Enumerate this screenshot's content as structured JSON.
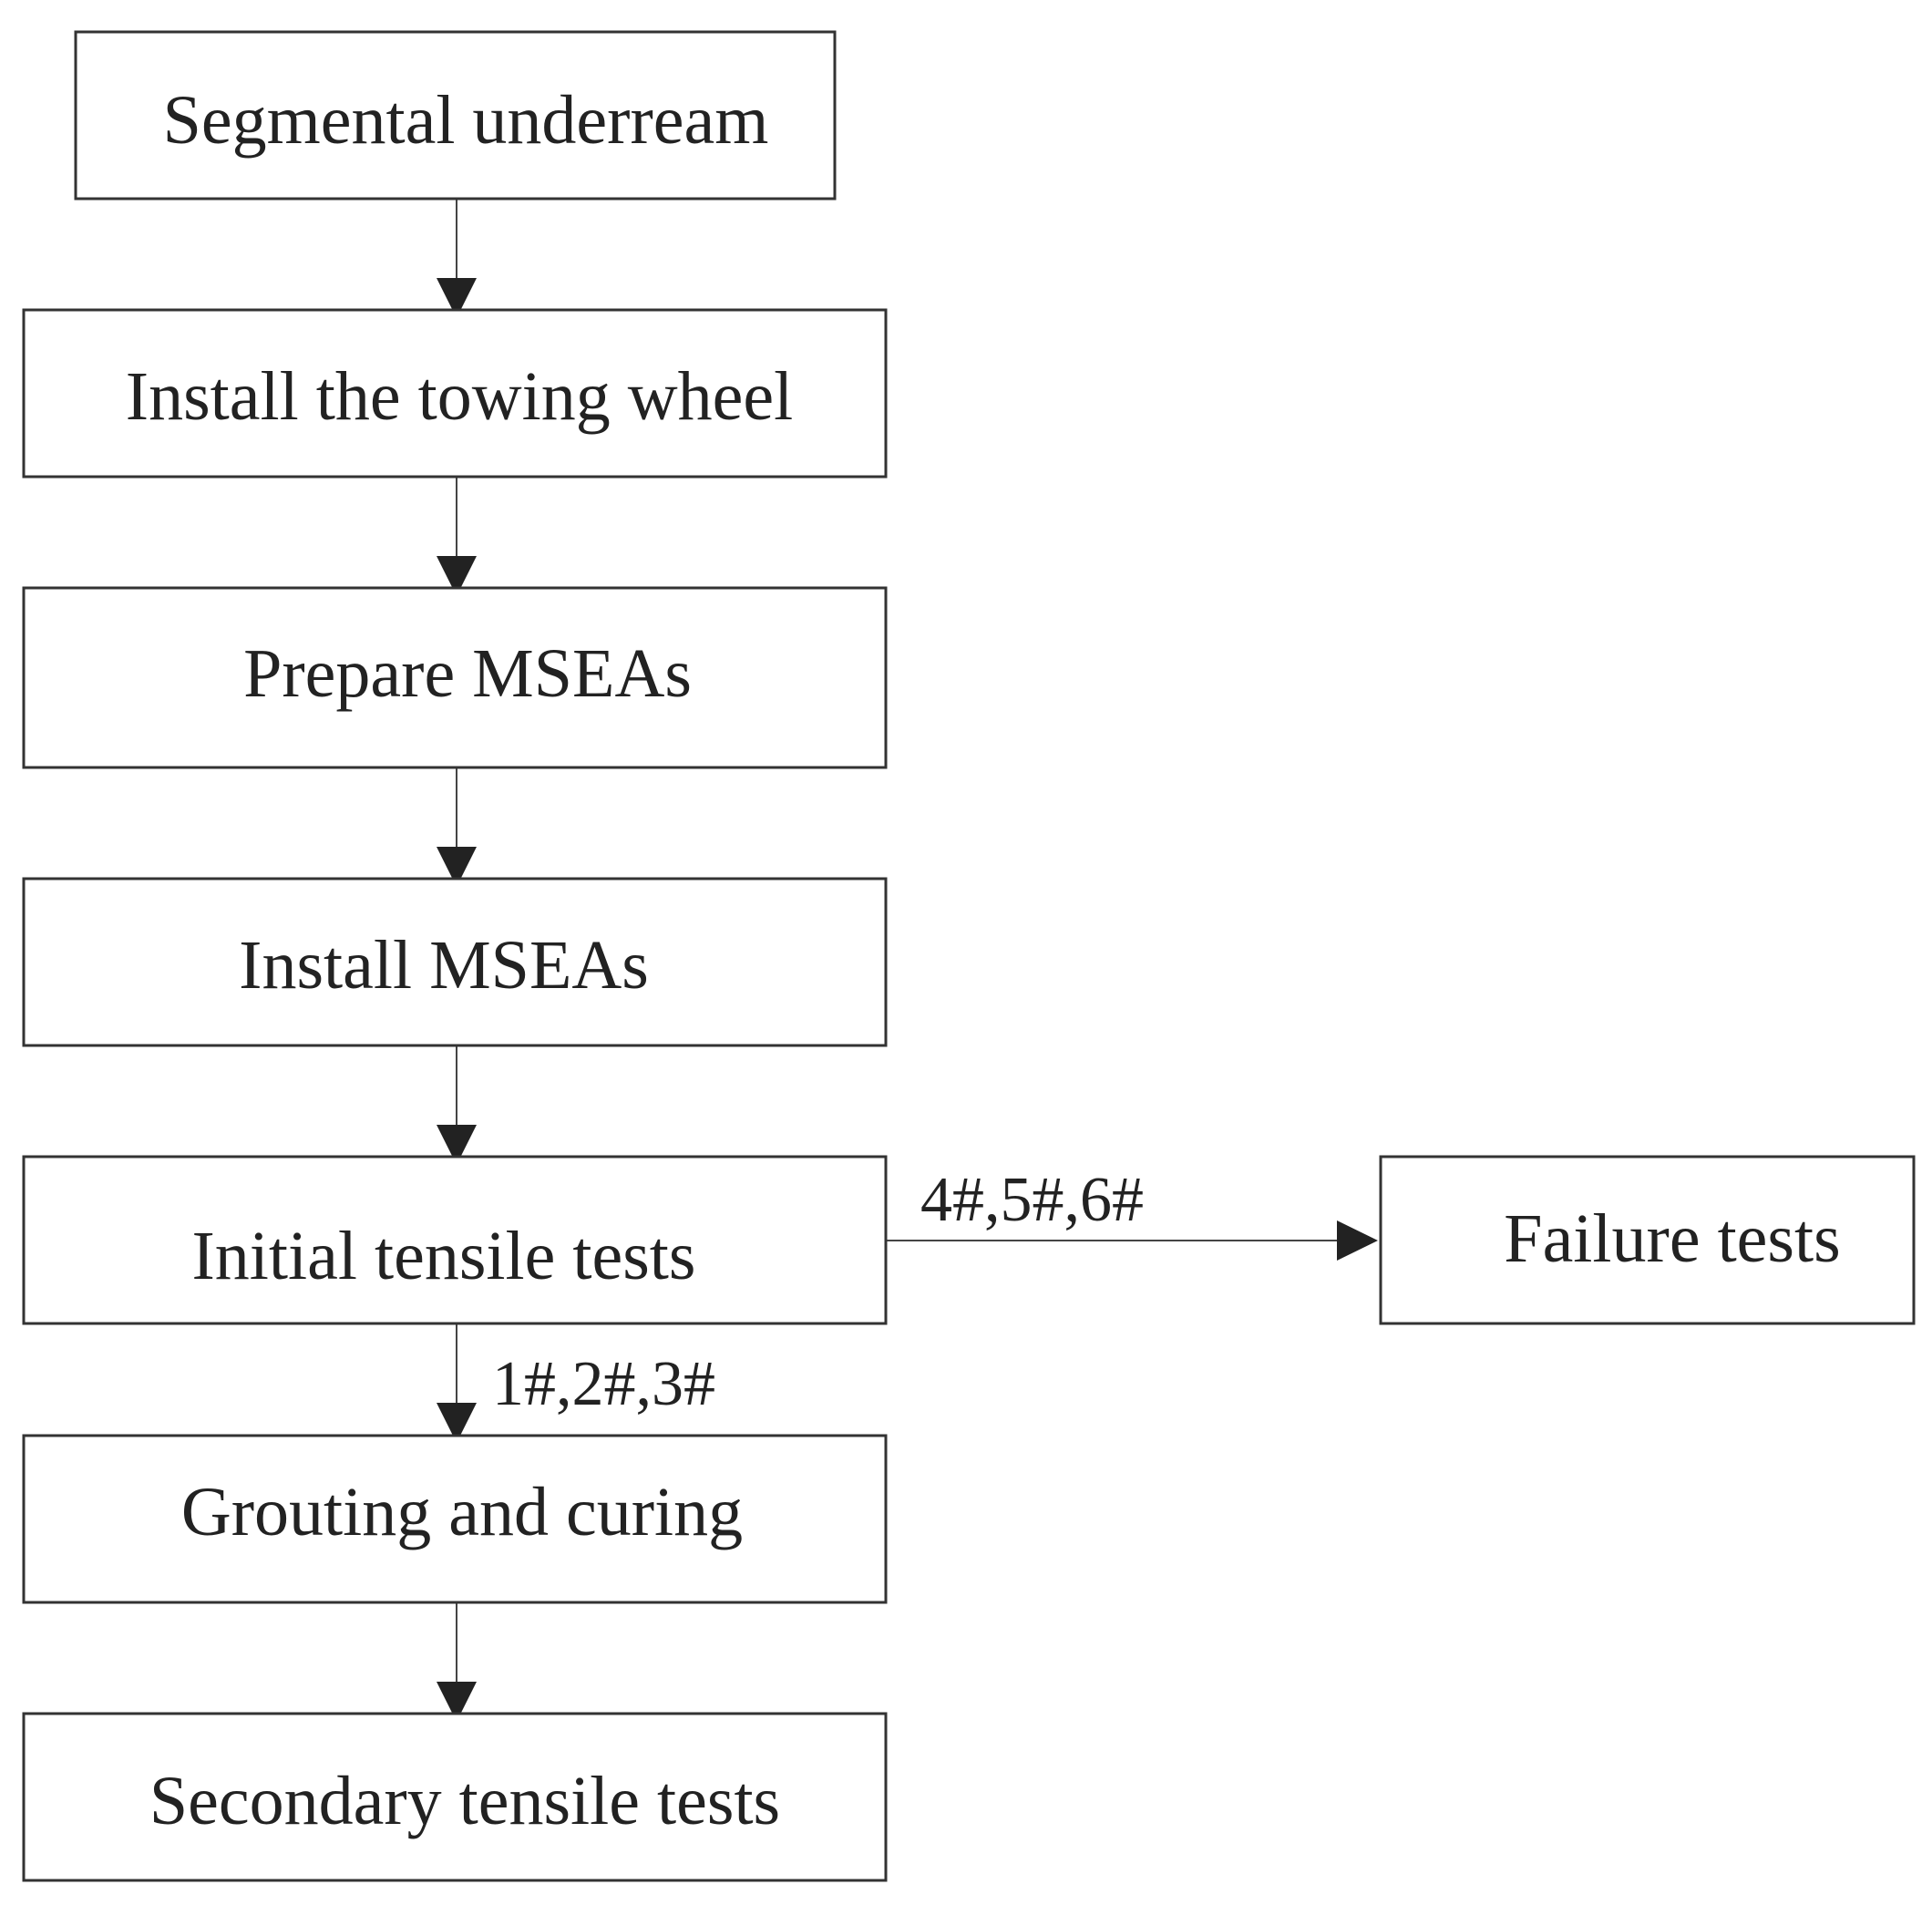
{
  "flowchart": {
    "steps": [
      {
        "id": "segmental-underream",
        "label": "Segmental underream"
      },
      {
        "id": "install-towing-wheel",
        "label": "Install the towing wheel"
      },
      {
        "id": "prepare-mseas",
        "label": "Prepare MSEAs"
      },
      {
        "id": "install-mseas",
        "label": "Install MSEAs"
      },
      {
        "id": "initial-tensile-tests",
        "label": "Initial tensile tests"
      },
      {
        "id": "grouting-and-curing",
        "label": "Grouting and curing"
      },
      {
        "id": "secondary-tensile-tests",
        "label": "Secondary tensile tests"
      },
      {
        "id": "failure-tests",
        "label": "Failure tests"
      }
    ],
    "edges": [
      {
        "from": "segmental-underream",
        "to": "install-towing-wheel",
        "label": ""
      },
      {
        "from": "install-towing-wheel",
        "to": "prepare-mseas",
        "label": ""
      },
      {
        "from": "prepare-mseas",
        "to": "install-mseas",
        "label": ""
      },
      {
        "from": "install-mseas",
        "to": "initial-tensile-tests",
        "label": ""
      },
      {
        "from": "initial-tensile-tests",
        "to": "grouting-and-curing",
        "label": "1#,2#,3#"
      },
      {
        "from": "grouting-and-curing",
        "to": "secondary-tensile-tests",
        "label": ""
      },
      {
        "from": "initial-tensile-tests",
        "to": "failure-tests",
        "label": "4#,5#,6#"
      }
    ]
  }
}
